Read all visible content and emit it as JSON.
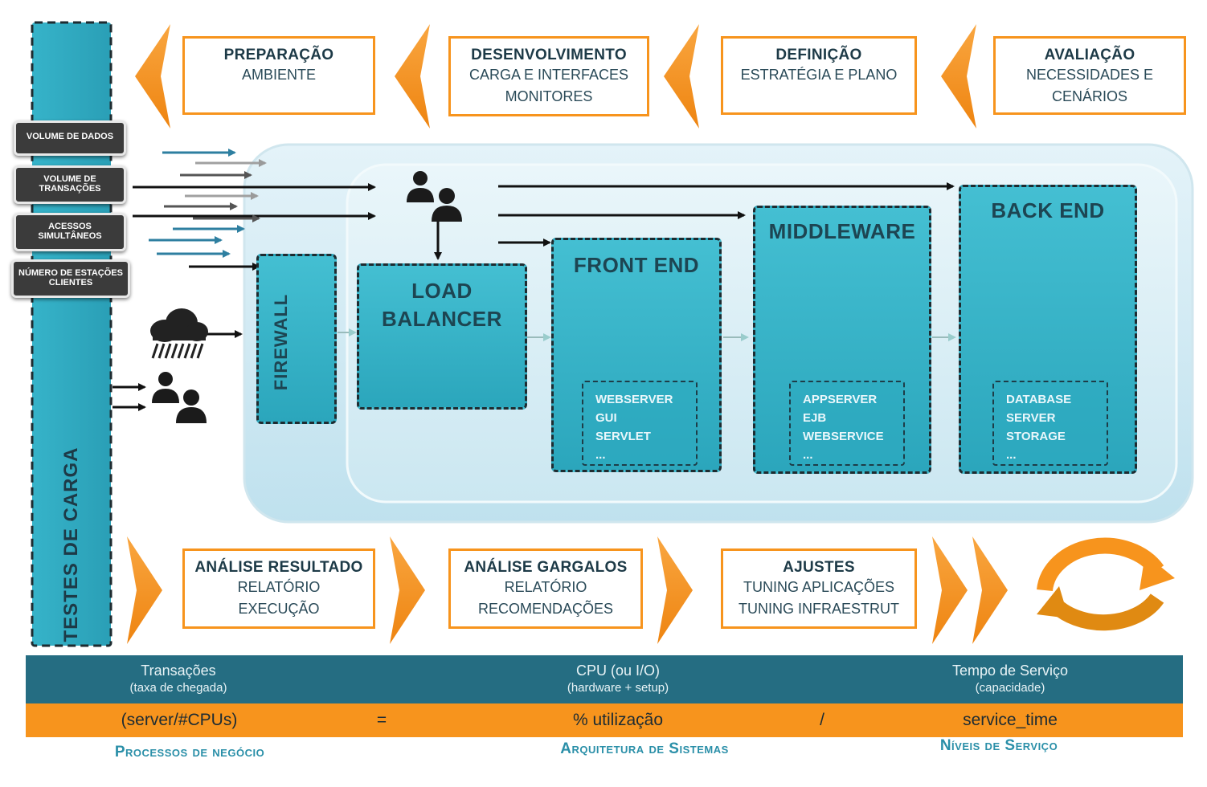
{
  "top_steps": [
    {
      "title": "PREPARAÇÃO",
      "lines": [
        "AMBIENTE"
      ]
    },
    {
      "title": "DESENVOLVIMENTO",
      "lines": [
        "CARGA E INTERFACES",
        "MONITORES"
      ]
    },
    {
      "title": "DEFINIÇÃO",
      "lines": [
        "ESTRATÉGIA E PLANO"
      ]
    },
    {
      "title": "AVALIAÇÃO",
      "lines": [
        "NECESSIDADES E",
        "CENÁRIOS"
      ]
    }
  ],
  "bottom_steps": [
    {
      "title": "ANÁLISE RESULTADO",
      "lines": [
        "RELATÓRIO",
        "EXECUÇÃO"
      ]
    },
    {
      "title": "ANÁLISE GARGALOS",
      "lines": [
        "RELATÓRIO",
        "RECOMENDAÇÕES"
      ]
    },
    {
      "title": "AJUSTES",
      "lines": [
        "TUNING APLICAÇÕES",
        "TUNING INFRAESTRUT"
      ]
    }
  ],
  "side_labels": [
    "VOLUME DE DADOS",
    "VOLUME DE TRANSAÇÕES",
    "ACESSOS SIMULTÂNEOS",
    "NÚMERO DE ESTAÇÕES CLIENTES"
  ],
  "left_column": "TESTES DE CARGA",
  "firewall": "FIREWALL",
  "load_balancer": [
    "LOAD",
    "BALANCER"
  ],
  "front_end": {
    "title": "FRONT END",
    "items": [
      "WEBSERVER",
      "GUI",
      "SERVLET",
      "..."
    ]
  },
  "middleware": {
    "title": "MIDDLEWARE",
    "items": [
      "APPSERVER",
      "EJB",
      "WEBSERVICE",
      "..."
    ]
  },
  "back_end": {
    "title": "BACK END",
    "items": [
      "DATABASE",
      "SERVER",
      "STORAGE",
      "..."
    ]
  },
  "teal_bar": [
    {
      "title": "Transações",
      "sub": "(taxa de chegada)"
    },
    {
      "title": "CPU (ou I/O)",
      "sub": "(hardware + setup)"
    },
    {
      "title": "Tempo de Serviço",
      "sub": "(capacidade)"
    }
  ],
  "formula": {
    "left": "(server/#CPUs)",
    "equals": "=",
    "middle": "% utilização",
    "divide": "/",
    "right": "service_time"
  },
  "footer_labels": [
    "Processos de negócio",
    "Arquitetura de Sistemas",
    "Níveis de Serviço"
  ],
  "colors": {
    "orange": "#f7941d",
    "teal": "#2ba6bc",
    "dark_teal": "#256d82",
    "dark": "#1e2b30"
  },
  "icons": [
    "users-icon",
    "storm-cloud-icon",
    "fire-icon",
    "network-icon",
    "devices-icon",
    "share-icon",
    "database-icon",
    "server-icon",
    "cycle-icon"
  ]
}
